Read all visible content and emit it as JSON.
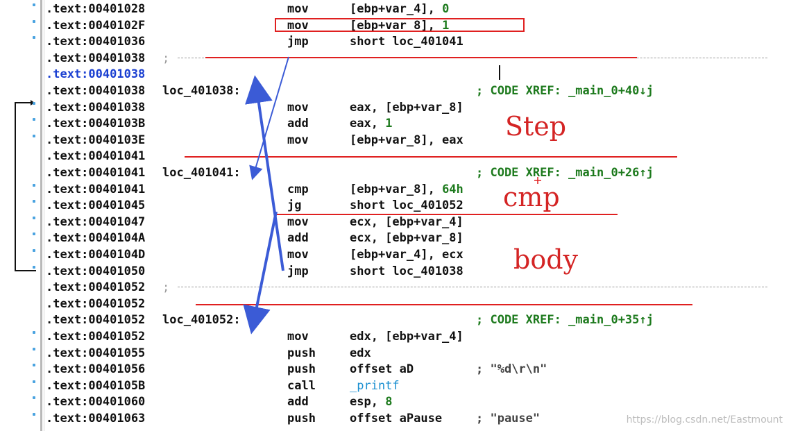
{
  "lines": [
    {
      "addr": ".text:00401028",
      "label": "",
      "mnem": "mov",
      "ops": "[ebp+var_4], 0",
      "comment": ""
    },
    {
      "addr": ".text:0040102F",
      "label": "",
      "mnem": "mov",
      "ops": "[ebp+var_8], 1",
      "comment": ""
    },
    {
      "addr": ".text:00401036",
      "label": "",
      "mnem": "jmp",
      "ops": "short loc_401041",
      "comment": ""
    },
    {
      "addr": ".text:00401038",
      "label": ";",
      "mnem": "",
      "ops": "",
      "comment": "",
      "sep": true
    },
    {
      "addr": ".text:00401038",
      "label": "",
      "mnem": "",
      "ops": "",
      "comment": "",
      "highlight": true
    },
    {
      "addr": ".text:00401038",
      "label": "loc_401038:",
      "mnem": "",
      "ops": "",
      "comment": "; CODE XREF: _main_0+40↓j"
    },
    {
      "addr": ".text:00401038",
      "label": "",
      "mnem": "mov",
      "ops": "eax, [ebp+var_8]",
      "comment": ""
    },
    {
      "addr": ".text:0040103B",
      "label": "",
      "mnem": "add",
      "ops": "eax, 1",
      "comment": ""
    },
    {
      "addr": ".text:0040103E",
      "label": "",
      "mnem": "mov",
      "ops": "[ebp+var_8], eax",
      "comment": ""
    },
    {
      "addr": ".text:00401041",
      "label": "",
      "mnem": "",
      "ops": "",
      "comment": ""
    },
    {
      "addr": ".text:00401041",
      "label": "loc_401041:",
      "mnem": "",
      "ops": "",
      "comment": "; CODE XREF: _main_0+26↑j"
    },
    {
      "addr": ".text:00401041",
      "label": "",
      "mnem": "cmp",
      "ops": "[ebp+var_8], 64h",
      "comment": ""
    },
    {
      "addr": ".text:00401045",
      "label": "",
      "mnem": "jg",
      "ops": "short loc_401052",
      "comment": ""
    },
    {
      "addr": ".text:00401047",
      "label": "",
      "mnem": "mov",
      "ops": "ecx, [ebp+var_4]",
      "comment": ""
    },
    {
      "addr": ".text:0040104A",
      "label": "",
      "mnem": "add",
      "ops": "ecx, [ebp+var_8]",
      "comment": ""
    },
    {
      "addr": ".text:0040104D",
      "label": "",
      "mnem": "mov",
      "ops": "[ebp+var_4], ecx",
      "comment": ""
    },
    {
      "addr": ".text:00401050",
      "label": "",
      "mnem": "jmp",
      "ops": "short loc_401038",
      "comment": ""
    },
    {
      "addr": ".text:00401052",
      "label": ";",
      "mnem": "",
      "ops": "",
      "comment": "",
      "sep": true
    },
    {
      "addr": ".text:00401052",
      "label": "",
      "mnem": "",
      "ops": "",
      "comment": ""
    },
    {
      "addr": ".text:00401052",
      "label": "loc_401052:",
      "mnem": "",
      "ops": "",
      "comment": "; CODE XREF: _main_0+35↑j"
    },
    {
      "addr": ".text:00401052",
      "label": "",
      "mnem": "mov",
      "ops": "edx, [ebp+var_4]",
      "comment": ""
    },
    {
      "addr": ".text:00401055",
      "label": "",
      "mnem": "push",
      "ops": "edx",
      "comment": ""
    },
    {
      "addr": ".text:00401056",
      "label": "",
      "mnem": "push",
      "ops": "offset aD",
      "comment": "; \"%d\\r\\n\"",
      "comment_kind": "string"
    },
    {
      "addr": ".text:0040105B",
      "label": "",
      "mnem": "call",
      "ops": "_printf",
      "comment": "",
      "ops_kind": "function"
    },
    {
      "addr": ".text:00401060",
      "label": "",
      "mnem": "add",
      "ops": "esp, 8",
      "comment": ""
    },
    {
      "addr": ".text:00401063",
      "label": "",
      "mnem": "push",
      "ops": "offset aPause",
      "comment": "; \"pause\"",
      "comment_kind": "string"
    }
  ],
  "annotations": {
    "step": "Step",
    "cmp": "cmp",
    "body": "body"
  },
  "watermark": "https://blog.csdn.net/Eastmount",
  "colors": {
    "address_highlight": "#1a3fd1",
    "comment": "#1d7a1d",
    "annotation_red": "#e02020",
    "arrow_blue": "#3b5bd6",
    "gutter_dot": "#4aa3e0"
  }
}
